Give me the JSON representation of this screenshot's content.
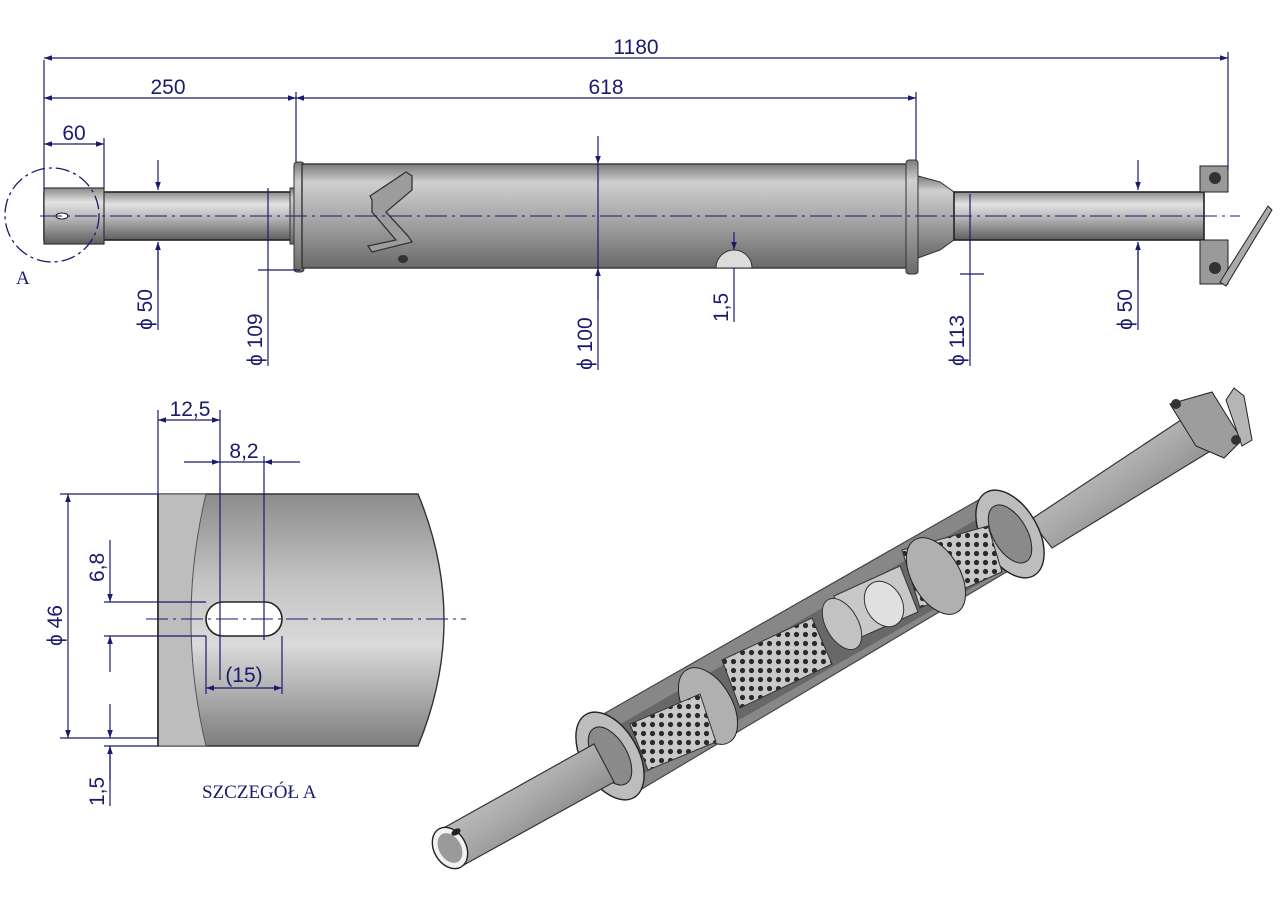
{
  "colors": {
    "dimension": "#1a1a6e",
    "metal_light": "#d9d9d9",
    "metal_dark": "#6d6d6d",
    "outline": "#222222"
  },
  "main_view": {
    "overall_length": "1180",
    "inlet_length": "250",
    "body_length": "618",
    "detail_length": "60",
    "detail_label": "A",
    "dia_inlet": "ϕ 50",
    "dia_inlet_flange": "ϕ 109",
    "dia_body": "ϕ 100",
    "wall_marker": "1,5",
    "dia_outlet_flange": "ϕ 113",
    "dia_outlet": "ϕ 50"
  },
  "detail_view": {
    "caption": "SZCZEGÓŁ A",
    "slot_offset": "12,5",
    "slot_width": "8,2",
    "slot_height": "6,8",
    "slot_length": "(15)",
    "diameter": "ϕ 46",
    "wall": "1,5"
  }
}
